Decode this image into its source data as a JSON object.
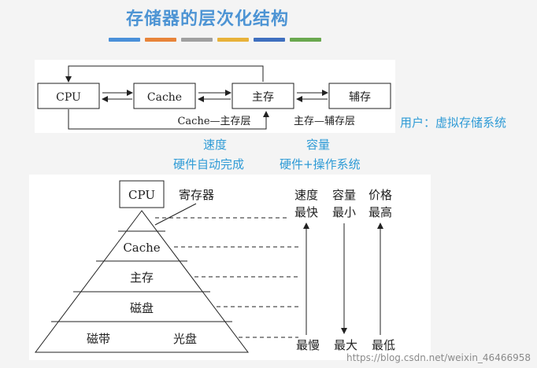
{
  "title": "存储器的层次化结构",
  "title_bar_colors": [
    "#4a90d9",
    "#e8843a",
    "#a0a0a0",
    "#e8b23a",
    "#3f6fbf",
    "#6aa84f"
  ],
  "top_diagram": {
    "boxes": [
      "CPU",
      "Cache",
      "主存",
      "辅存"
    ],
    "label_cache_main": "Cache—主存层",
    "label_main_aux": "主存—辅存层",
    "user_note": "用户：虚拟存储系统"
  },
  "mid_notes": {
    "left_title": "速度",
    "left_sub": "硬件自动完成",
    "right_title": "容量",
    "right_sub": "硬件+操作系统"
  },
  "pyramid": {
    "cpu": "CPU",
    "register": "寄存器",
    "layers": [
      "Cache",
      "主存",
      "磁盘"
    ],
    "bottom_left": "磁带",
    "bottom_right": "光盘",
    "headers": [
      "速度",
      "容量",
      "价格"
    ],
    "top_values": [
      "最快",
      "最小",
      "最高"
    ],
    "bottom_values": [
      "最慢",
      "最大",
      "最低"
    ]
  },
  "watermark": "https://blog.csdn.net/weixin_46466958"
}
